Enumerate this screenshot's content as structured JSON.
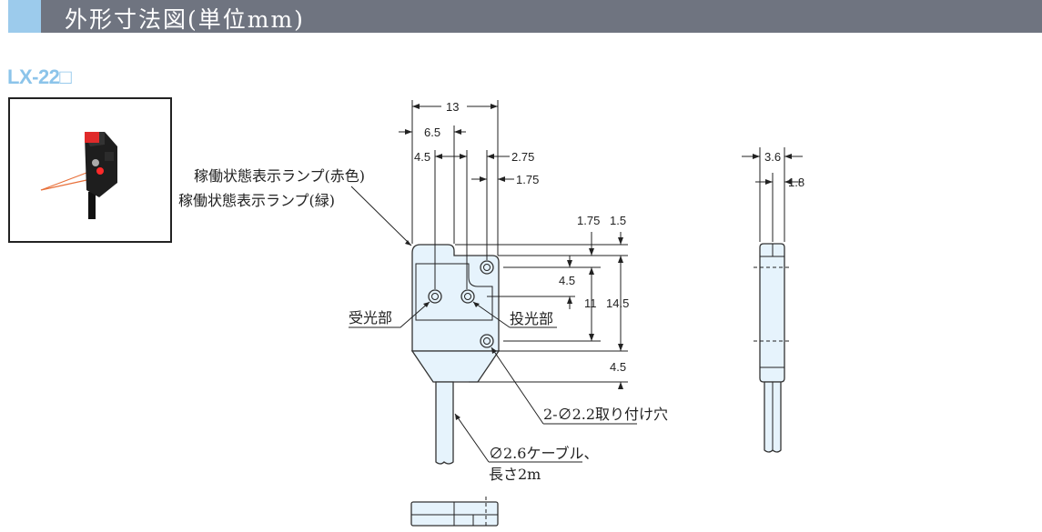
{
  "header": {
    "title": "外形寸法図(単位mm)"
  },
  "model": {
    "name": "LX-22□"
  },
  "colors": {
    "header_bg": "#6f7480",
    "accent": "#9ccbec",
    "model_text": "#8cc4ea",
    "body_fill": "#e6f3fc"
  },
  "dimensions": {
    "width_13": "13",
    "d_6_5": "6.5",
    "d_4_5_top": "4.5",
    "d_2_75": "2.75",
    "d_1_75_h": "1.75",
    "d_1_75_v": "1.75",
    "d_1_5": "1.5",
    "d_4_5_mid": "4.5",
    "d_11": "11",
    "d_14_5": "14.5",
    "d_4_5_bot": "4.5",
    "side_3_6": "3.6",
    "side_1_8": "1.8"
  },
  "labels": {
    "lamp_red": "稼働状態表示ランプ(赤色)",
    "lamp_green": "稼働状態表示ランプ(緑)",
    "receiver": "受光部",
    "emitter": "投光部",
    "mount_holes": "2-∅2.2取り付け穴",
    "cable_1": "∅2.6ケーブル、",
    "cable_2": "長さ2m"
  }
}
